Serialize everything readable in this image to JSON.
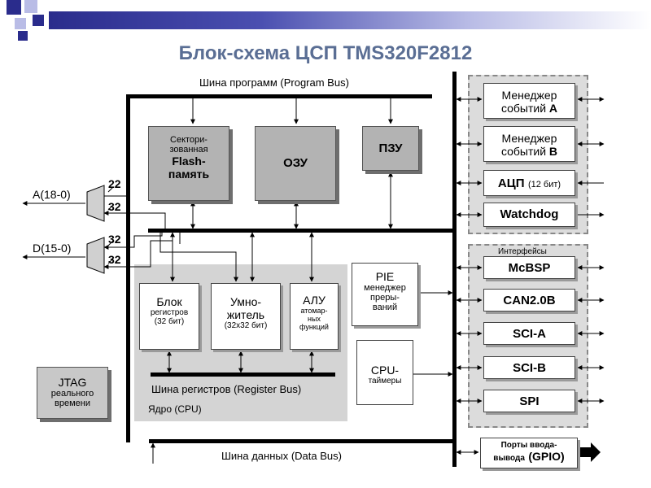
{
  "title": "Блок-схема ЦСП TMS320F2812",
  "buses": {
    "program": "Шина программ (Program Bus)",
    "registers": "Шина регистров (Register Bus)",
    "data": "Шина данных (Data Bus)"
  },
  "core_label": "Ядро (CPU)",
  "memory": {
    "flash": {
      "line1": "Сектори-",
      "line2": "зованная",
      "line3": "Flash-",
      "line4": "память"
    },
    "ram": "ОЗУ",
    "rom": "ПЗУ"
  },
  "cpu_blocks": {
    "regs": {
      "line1": "Блок",
      "line2": "регистров",
      "line3": "(32 бит)"
    },
    "mul": {
      "line1": "Умно-",
      "line2": "житель",
      "line3": "(32х32 бит)"
    },
    "alu": {
      "line1": "АЛУ",
      "line2": "атомар-",
      "line3": "ных",
      "line4": "функций"
    }
  },
  "pie": {
    "line1": "PIE",
    "line2": "менеджер",
    "line3": "преры-",
    "line4": "ваний"
  },
  "timers": {
    "line1": "CPU-",
    "line2": "таймеры"
  },
  "jtag": {
    "line1": "JTAG",
    "line2": "реального",
    "line3": "времени"
  },
  "address": {
    "label": "A(18-0)",
    "w1": "22",
    "w2": "32"
  },
  "data_bus_ext": {
    "label": "D(15-0)",
    "w1": "32",
    "w2": "32"
  },
  "peripherals_a": [
    {
      "line1": "Менеджер",
      "line2": "событий",
      "suffix": "A"
    },
    {
      "line1": "Менеджер",
      "line2": "событий",
      "suffix": "B"
    }
  ],
  "adc": {
    "main": "АЦП",
    "sub": "(12 бит)"
  },
  "watchdog": "Watchdog",
  "interfaces": {
    "title": "Интерфейсы",
    "items": [
      "McBSP",
      "CAN2.0B",
      "SCI-A",
      "SCI-B",
      "SPI"
    ]
  },
  "gpio": {
    "line1": "Порты ввода-",
    "line2": "вывода",
    "suffix": "(GPIO)"
  },
  "colors": {
    "title": "#5a6e94",
    "block_gray": "#b3b3b3",
    "panel_gray": "#dcdcdc",
    "bus": "#000000"
  }
}
